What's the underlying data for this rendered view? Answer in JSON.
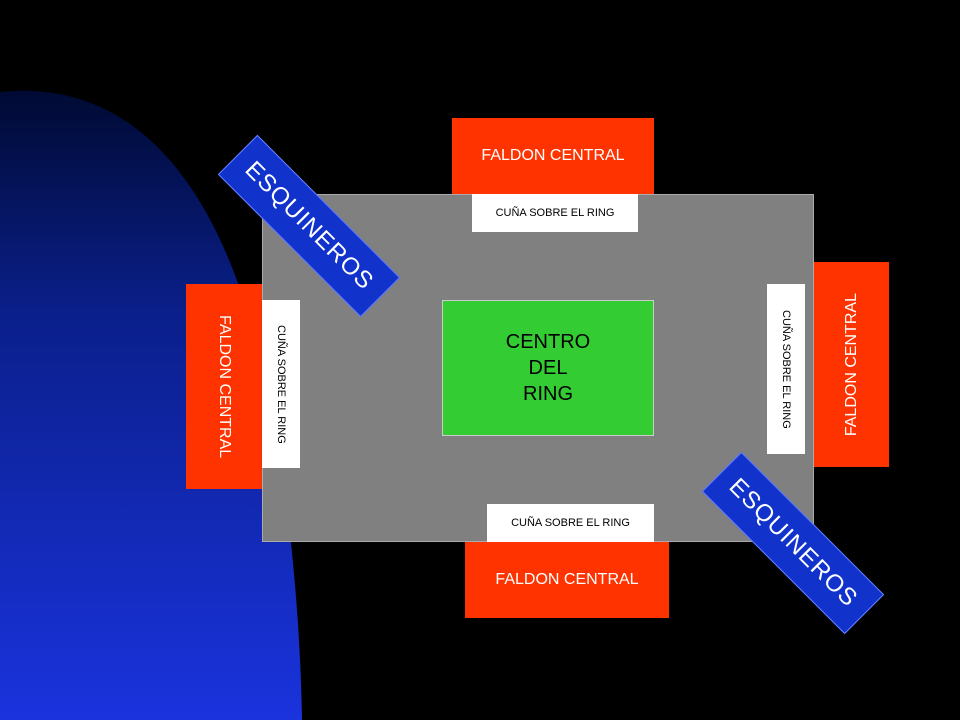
{
  "center": {
    "line1": "CENTRO",
    "line2": "DEL",
    "line3": "RING"
  },
  "faldon": {
    "top": "FALDON CENTRAL",
    "bottom": "FALDON CENTRAL",
    "left": "FALDON CENTRAL",
    "right": "FALDON CENTRAL"
  },
  "cuna": {
    "top": "CUÑA SOBRE EL RING",
    "bottom": "CUÑA SOBRE EL RING",
    "left": "CUÑA SOBRE EL RING",
    "right": "CUÑA SOBRE EL RING"
  },
  "esquineros": {
    "top_left": "ESQUINEROS",
    "bottom_right": "ESQUINEROS"
  },
  "colors": {
    "faldon": "#ff3300",
    "cuna": "#ffffff",
    "ring": "#808080",
    "center": "#33cc33",
    "esquinero": "#1133cc",
    "background": "#000000",
    "blob": "#1133cc"
  }
}
